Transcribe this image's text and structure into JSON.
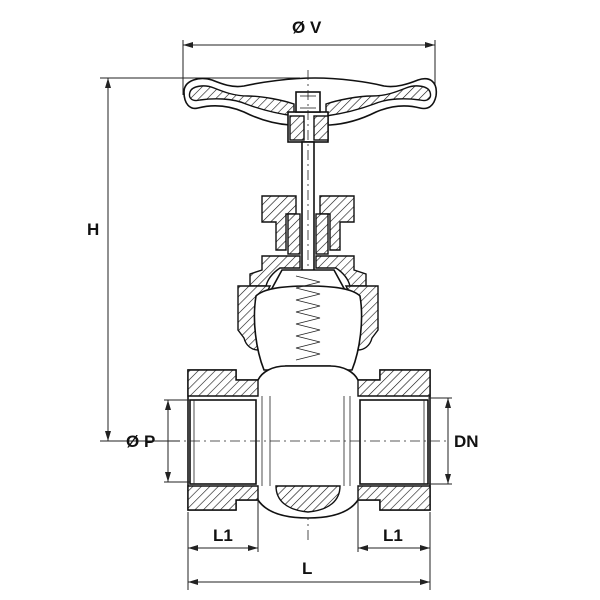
{
  "labels": {
    "diameter_v": "Ø V",
    "height": "H",
    "diameter_p": "Ø P",
    "dn": "DN",
    "l1_left": "L1",
    "l1_right": "L1",
    "length": "L"
  },
  "colors": {
    "line": "#111111",
    "background": "#ffffff"
  }
}
